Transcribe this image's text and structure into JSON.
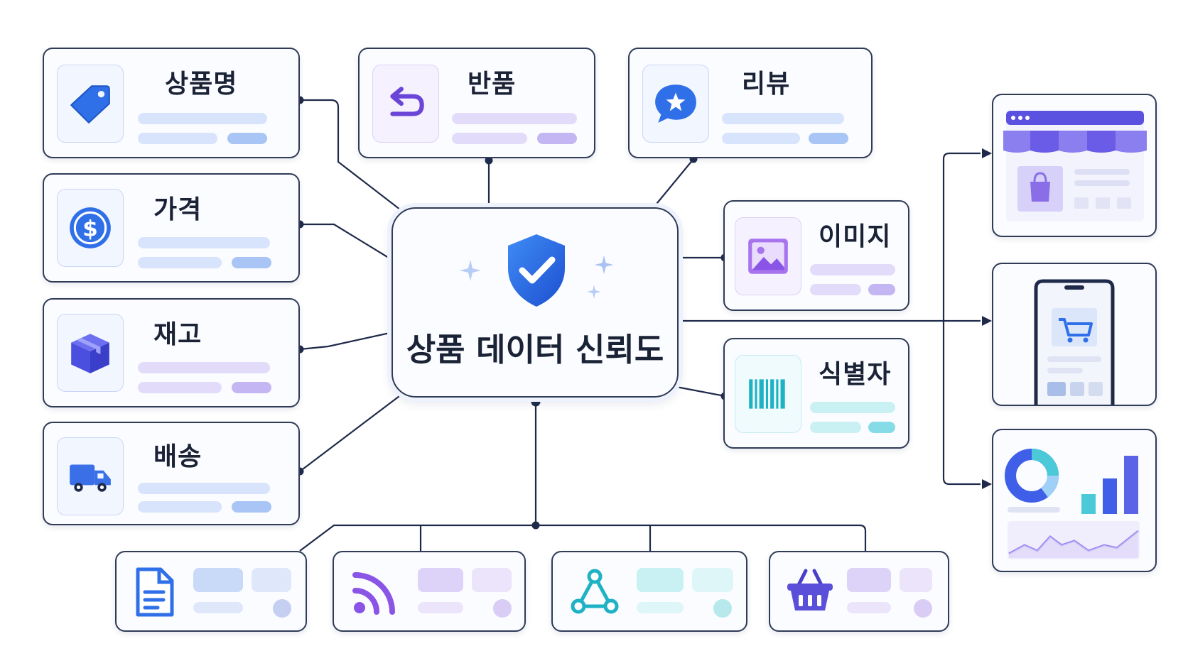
{
  "center": {
    "title": "상품 데이터 신뢰도",
    "icon": "shield-check-icon"
  },
  "attributes": [
    {
      "label": "상품명",
      "icon": "tag-icon",
      "color": "#2f6fe8"
    },
    {
      "label": "가격",
      "icon": "dollar-icon",
      "color": "#2f6fe8"
    },
    {
      "label": "재고",
      "icon": "box-icon",
      "color": "#4a4fe0"
    },
    {
      "label": "배송",
      "icon": "truck-icon",
      "color": "#3a6fe8"
    },
    {
      "label": "반품",
      "icon": "return-icon",
      "color": "#7b4fe0"
    },
    {
      "label": "리뷰",
      "icon": "star-bubble-icon",
      "color": "#2f6fe8"
    },
    {
      "label": "이미지",
      "icon": "image-icon",
      "color": "#8a55e6"
    },
    {
      "label": "식별자",
      "icon": "barcode-icon",
      "color": "#1fb2c4"
    }
  ],
  "sources": [
    {
      "icon": "document-icon",
      "color": "#2f6fe8"
    },
    {
      "icon": "rss-feed-icon",
      "color": "#8a55e6"
    },
    {
      "icon": "network-icon",
      "color": "#1fb2c4"
    },
    {
      "icon": "basket-icon",
      "color": "#6a4fd8"
    }
  ],
  "channels": [
    {
      "icon": "storefront-icon"
    },
    {
      "icon": "mobile-cart-icon"
    },
    {
      "icon": "analytics-dashboard-icon"
    }
  ],
  "colors": {
    "line": "#1f2a4a",
    "blue_bar": "#cfe0fb",
    "purple_bar": "#e2d9fa",
    "teal_bar": "#c9f0f3"
  }
}
